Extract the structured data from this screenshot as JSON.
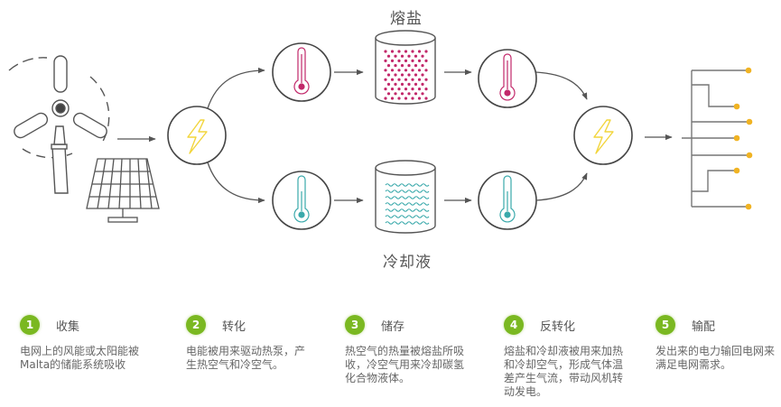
{
  "colors": {
    "accent_green": "#7ab821",
    "hot": "#c2286a",
    "cold": "#3aa9ab",
    "lightning": "#f2d53c",
    "grid_dot": "#f0b323",
    "line": "#555555"
  },
  "diagram": {
    "source_icons": [
      "wind-turbine-icon",
      "solar-panel-icon"
    ],
    "converter_icon": "lightning-icon",
    "hot_tank_label": "熔盐",
    "cold_tank_label": "冷却液",
    "hot_icon": "thermometer-hot-icon",
    "cold_icon": "thermometer-cold-icon",
    "grid_icon": "power-grid-icon"
  },
  "steps": [
    {
      "number": "1",
      "title": "收集",
      "desc": [
        "电网上的风能或太阳能被",
        "Malta的储能系统吸收"
      ]
    },
    {
      "number": "2",
      "title": "转化",
      "desc": [
        "电能被用来驱动热泵，产",
        "生热空气和冷空气。"
      ]
    },
    {
      "number": "3",
      "title": "储存",
      "desc": [
        "热空气的热量被熔盐所吸",
        "收，冷空气用来冷却碳氢",
        "化合物液体。"
      ]
    },
    {
      "number": "4",
      "title": "反转化",
      "desc": [
        "熔盐和冷却液被用来加热",
        "和冷却空气，形成气体温",
        "差产生气流，带动风机转",
        "动发电。"
      ]
    },
    {
      "number": "5",
      "title": "输配",
      "desc": [
        "发出来的电力输回电网来",
        "满足电网需求。"
      ]
    }
  ]
}
